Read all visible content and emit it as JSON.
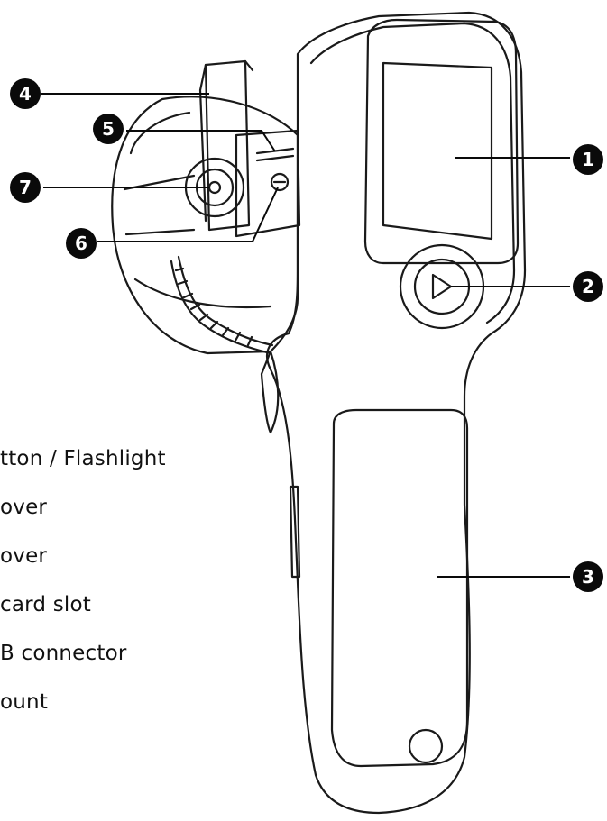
{
  "callouts": [
    {
      "id": "1",
      "label": "1"
    },
    {
      "id": "2",
      "label": "2"
    },
    {
      "id": "3",
      "label": "3"
    },
    {
      "id": "4",
      "label": "4"
    },
    {
      "id": "5",
      "label": "5"
    },
    {
      "id": "6",
      "label": "6"
    },
    {
      "id": "7",
      "label": "7"
    }
  ],
  "legend": {
    "items": [
      {
        "text": "tton / Flashlight"
      },
      {
        "text": "over"
      },
      {
        "text": "over"
      },
      {
        "text": " card slot"
      },
      {
        "text": "B connector"
      },
      {
        "text": "ount"
      }
    ]
  },
  "colors": {
    "stroke": "#1a1a1a",
    "callout_fill": "#0a0a0a",
    "background": "#ffffff"
  }
}
